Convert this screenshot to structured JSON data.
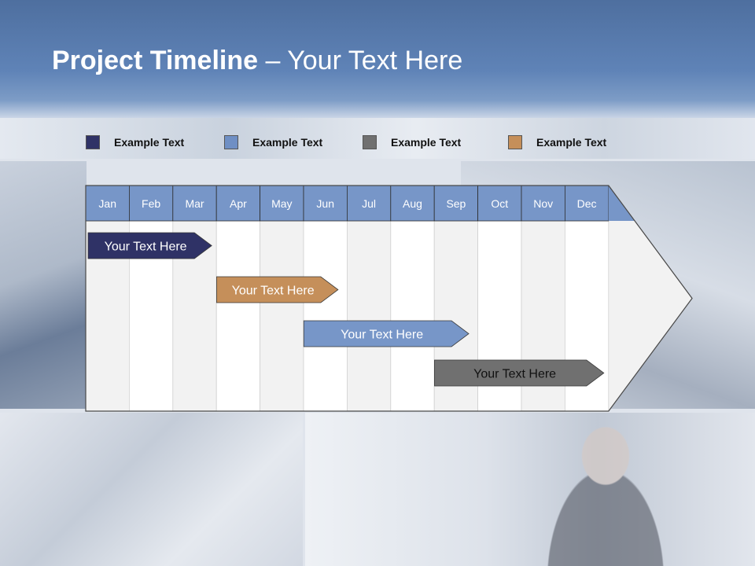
{
  "slide": {
    "title_bold": "Project Timeline",
    "title_rest": " – Your Text Here"
  },
  "legend": [
    {
      "label": "Example Text",
      "color": "#2f3266"
    },
    {
      "label": "Example Text",
      "color": "#6f8fc4"
    },
    {
      "label": "Example Text",
      "color": "#707070"
    },
    {
      "label": "Example Text",
      "color": "#c58f5a"
    }
  ],
  "timeline": {
    "months": [
      "Jan",
      "Feb",
      "Mar",
      "Apr",
      "May",
      "Jun",
      "Jul",
      "Aug",
      "Sep",
      "Oct",
      "Nov",
      "Dec"
    ],
    "header_color": "#7796c8",
    "tasks": [
      {
        "label": "Your  Text Here",
        "start_month": 0.0,
        "end_month": 3.0,
        "color": "#2f3266",
        "text_color": "#ffffff"
      },
      {
        "label": "Your  Text Here",
        "start_month": 2.95,
        "end_month": 5.9,
        "color": "#c58f5a",
        "text_color": "#ffffff"
      },
      {
        "label": "Your  Text Here",
        "start_month": 4.95,
        "end_month": 8.9,
        "color": "#7796c8",
        "text_color": "#ffffff"
      },
      {
        "label": "Your  Text Here",
        "start_month": 7.95,
        "end_month": 12.0,
        "color": "#707070",
        "text_color": "#111111"
      }
    ]
  }
}
